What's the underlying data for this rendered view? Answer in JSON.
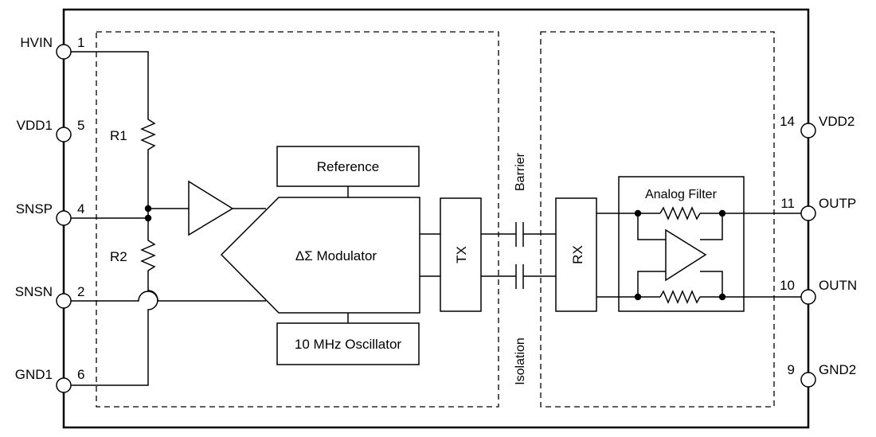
{
  "pins_left": [
    {
      "name": "HVIN",
      "number": "1"
    },
    {
      "name": "VDD1",
      "number": "5"
    },
    {
      "name": "SNSP",
      "number": "4"
    },
    {
      "name": "SNSN",
      "number": "2"
    },
    {
      "name": "GND1",
      "number": "6"
    }
  ],
  "pins_right": [
    {
      "name": "VDD2",
      "number": "14"
    },
    {
      "name": "OUTP",
      "number": "11"
    },
    {
      "name": "OUTN",
      "number": "10"
    },
    {
      "name": "GND2",
      "number": "9"
    }
  ],
  "resistors": {
    "r1": "R1",
    "r2": "R2"
  },
  "blocks": {
    "reference": "Reference",
    "modulator": "ΔΣ Modulator",
    "oscillator": "10 MHz Oscillator",
    "tx": "TX",
    "rx": "RX",
    "filter": "Analog Filter"
  },
  "barrier": {
    "top": "Barrier",
    "bottom": "Isolation"
  }
}
